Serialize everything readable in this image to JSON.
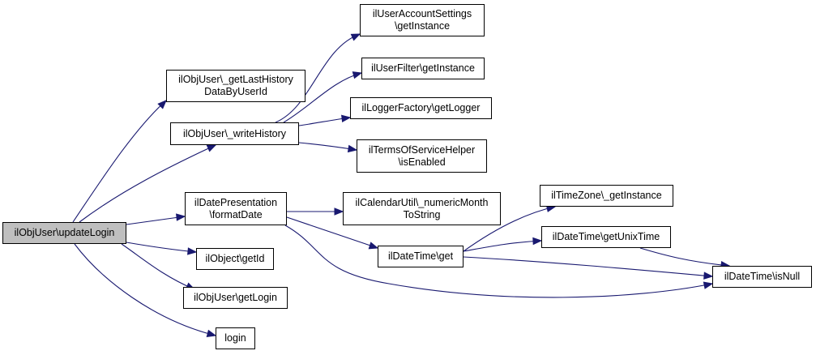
{
  "colors": {
    "edge": "#191970",
    "root_fill": "#bfbfbf",
    "node_fill": "#ffffff",
    "border": "#000000"
  },
  "nodes": [
    {
      "id": "root",
      "label": "ilObjUser\\updateLogin"
    },
    {
      "id": "getLastHistory",
      "label": "ilObjUser\\_getLastHistory\nDataByUserId"
    },
    {
      "id": "writeHistory",
      "label": "ilObjUser\\_writeHistory"
    },
    {
      "id": "formatDate",
      "label": "ilDatePresentation\n\\formatDate"
    },
    {
      "id": "getId",
      "label": "ilObject\\getId"
    },
    {
      "id": "getLogin",
      "label": "ilObjUser\\getLogin"
    },
    {
      "id": "login",
      "label": "login"
    },
    {
      "id": "accountSettings",
      "label": "ilUserAccountSettings\n\\getInstance"
    },
    {
      "id": "userFilter",
      "label": "ilUserFilter\\getInstance"
    },
    {
      "id": "loggerFactory",
      "label": "ilLoggerFactory\\getLogger"
    },
    {
      "id": "termsOfService",
      "label": "ilTermsOfServiceHelper\n\\isEnabled"
    },
    {
      "id": "numericMonth",
      "label": "ilCalendarUtil\\_numericMonth\nToString"
    },
    {
      "id": "dateTimeGet",
      "label": "ilDateTime\\get"
    },
    {
      "id": "timeZone",
      "label": "ilTimeZone\\_getInstance"
    },
    {
      "id": "unixTime",
      "label": "ilDateTime\\getUnixTime"
    },
    {
      "id": "isNull",
      "label": "ilDateTime\\isNull"
    }
  ]
}
